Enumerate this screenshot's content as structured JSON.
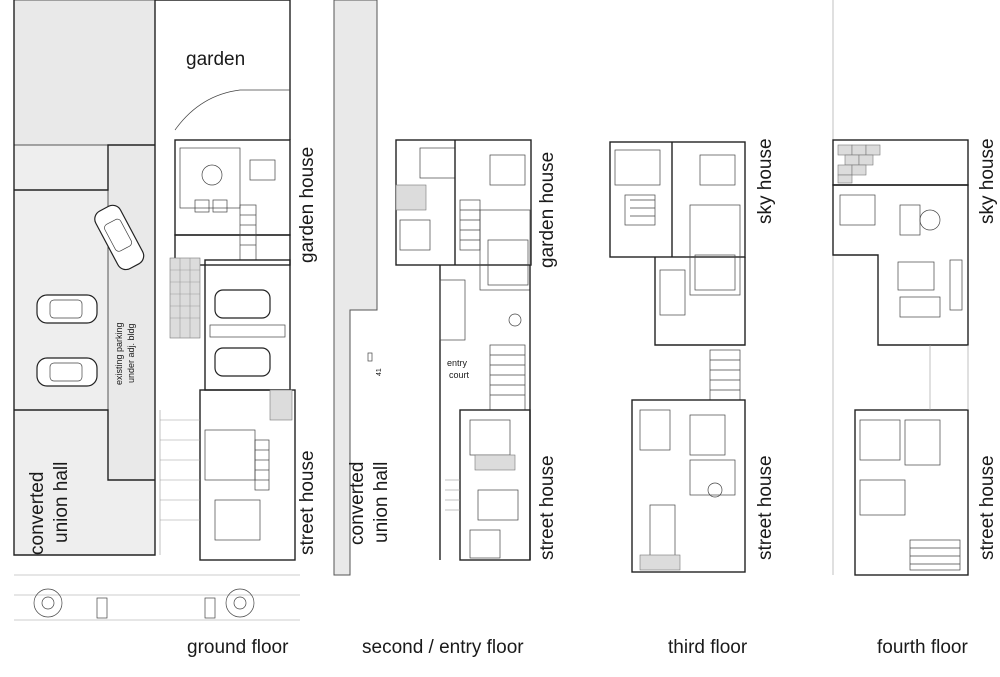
{
  "labels": {
    "garden": "garden",
    "garden_house_1": "garden house",
    "street_house_1": "street house",
    "union_hall_1_line1": "converted",
    "union_hall_1_line2": "union hall",
    "parking_line1": "existing parking",
    "parking_line2": "under adj. bldg",
    "union_hall_2_line1": "converted",
    "union_hall_2_line2": "union hall",
    "entry_court_line1": "entry",
    "entry_court_line2": "court",
    "garden_house_2": "garden house",
    "street_house_2": "street house",
    "sky_house_3": "sky house",
    "street_house_3": "street house",
    "sky_house_4": "sky house",
    "street_house_4": "street house"
  },
  "floors": {
    "ground": "ground floor",
    "second": "second / entry floor",
    "third": "third floor",
    "fourth": "fourth floor"
  }
}
